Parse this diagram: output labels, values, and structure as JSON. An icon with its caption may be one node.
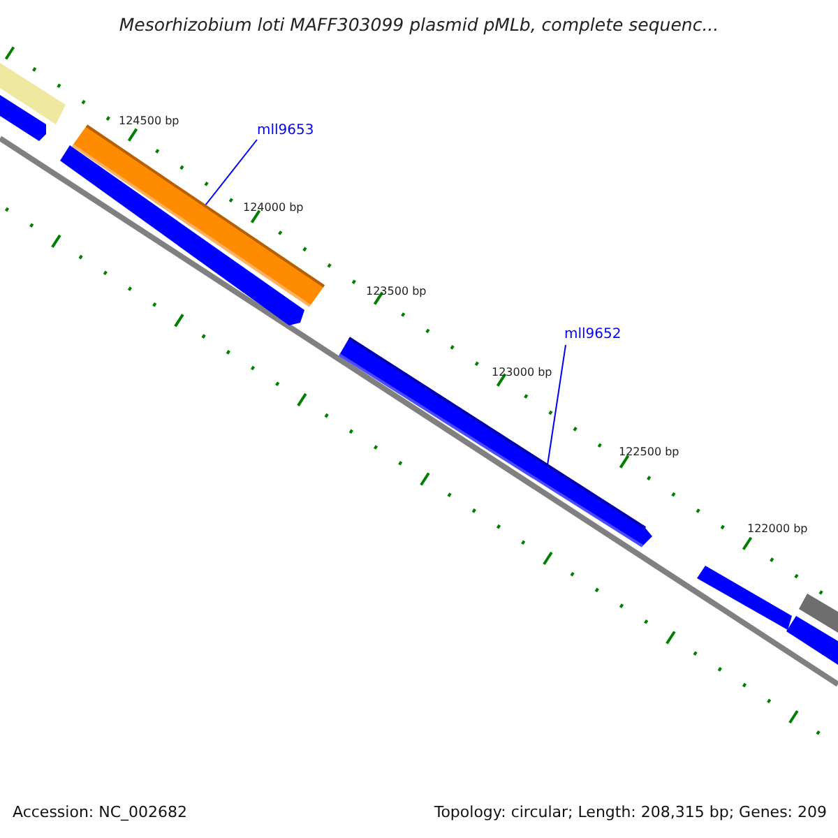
{
  "diagram": {
    "title": "Mesorhizobium loti MAFF303099 plasmid pMLb, complete sequenc...",
    "nodes": [
      {
        "text": [
          "mll9653"
        ]
      },
      {
        "text": [],
        "shape": "bar"
      },
      {
        "text": [
          "mll9652"
        ]
      },
      {
        "text": [],
        "shape": "bar"
      }
    ],
    "edges": [
      {
        "from": 0,
        "to": 1,
        "arrow": "none"
      },
      {
        "from": 2,
        "to": 3,
        "arrow": "none"
      }
    ],
    "labels": [
      "124500 bp",
      "124000 bp",
      "123500 bp",
      "123000 bp",
      "122500 bp",
      "122000 bp",
      "Accession: NC_002682",
      "Topology: circular; Length: 208,315 bp; Genes: 209"
    ]
  }
}
